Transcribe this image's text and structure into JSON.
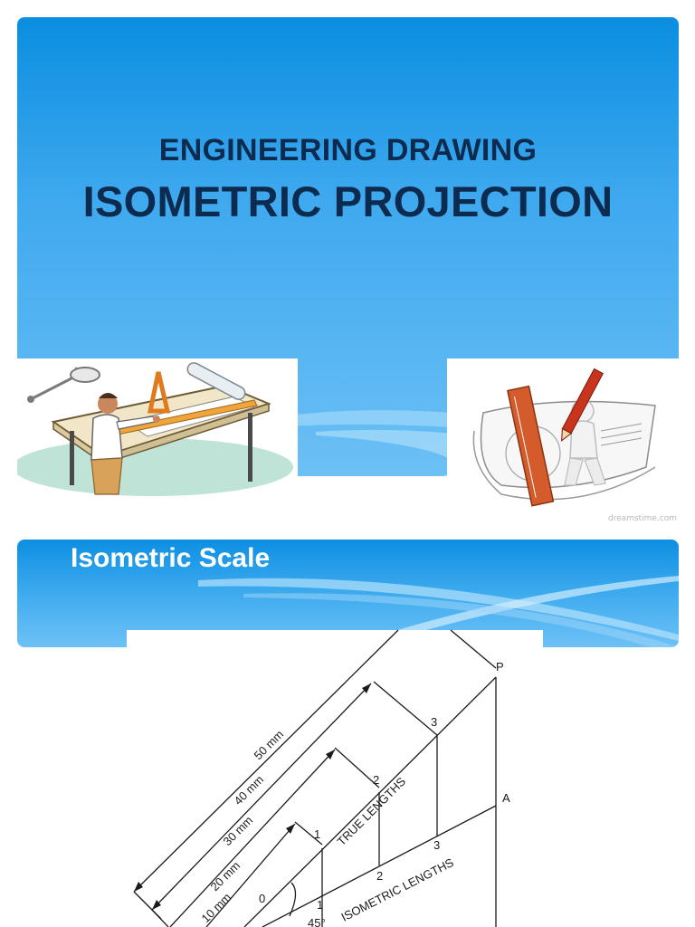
{
  "slide1": {
    "subtitle": "ENGINEERING DRAWING",
    "title": "ISOMETRIC PROJECTION"
  },
  "images": {
    "left": {
      "icon": "drafter-at-drawing-table-icon"
    },
    "right": {
      "icon": "figure-with-ruler-and-pencil-icon",
      "watermark": "dreamstime.com"
    }
  },
  "slide2": {
    "title": "Isometric Scale"
  },
  "figure": {
    "dim_labels": [
      "50 mm",
      "40 mm",
      "30 mm",
      "20 mm",
      "10 mm"
    ],
    "point_labels": {
      "p": "P",
      "a": "A"
    },
    "tick_numbers": [
      "0",
      "1",
      "2",
      "3",
      "1",
      "2",
      "3"
    ],
    "true_lengths_label": "TRUE LENGTHS",
    "isometric_lengths_label": "ISOMETRIC LENGTHS",
    "angle_label": "45°"
  },
  "colors": {
    "title_text": "#0d2a4f",
    "slide_blue": "#3fa9ef"
  }
}
